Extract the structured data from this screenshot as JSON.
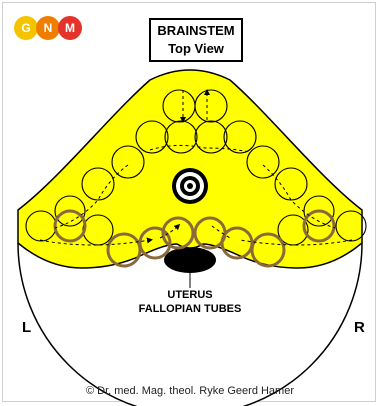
{
  "logo": {
    "letters": [
      "G",
      "N",
      "M"
    ],
    "colors": [
      "#f5c400",
      "#ef7d00",
      "#e4332a"
    ]
  },
  "title": {
    "line1": "BRAINSTEM",
    "line2": "Top View"
  },
  "organ_label": {
    "line1": "UTERUS",
    "line2": "FALLOPIAN TUBES"
  },
  "side_labels": {
    "left": "L",
    "right": "R"
  },
  "copyright": "© Dr. med. Mag. theol. Ryke Geerd Hamer",
  "colors": {
    "brainstem_fill": "#ffff00",
    "relay_outline": "#8a6a3a",
    "target_ring": "#000000"
  }
}
